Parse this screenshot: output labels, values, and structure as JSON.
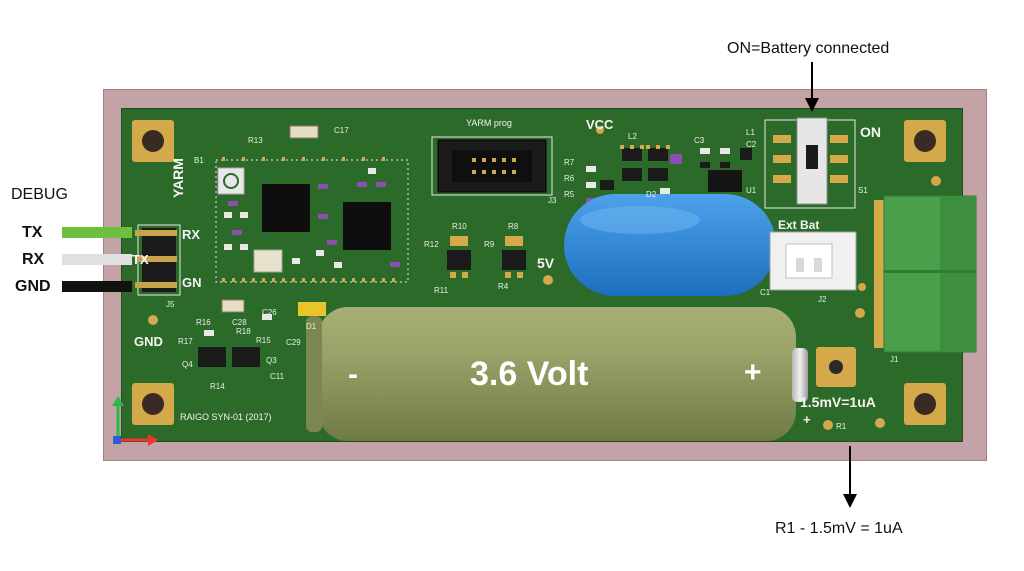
{
  "annotations": {
    "top_callout": "ON=Battery connected",
    "bottom_callout": "R1 - 1.5mV = 1uA",
    "debug_title": "DEBUG",
    "wires": [
      {
        "label": "TX",
        "color": "#6cbf3f"
      },
      {
        "label": "RX",
        "color": "#e0e0e0"
      },
      {
        "label": "GND",
        "color": "#111111"
      }
    ]
  },
  "board": {
    "colors": {
      "pcb": "#2c6a2a",
      "substrate": "#c0a0a2",
      "pad": "#d3a94a",
      "battery": "#8c965a",
      "capacitor": "#2a86d8",
      "terminal": "#4aa04a"
    },
    "silkscreen": {
      "yarm": "YARM",
      "yarm_prog": "YARM prog",
      "vcc": "VCC",
      "on": "ON",
      "ext_bat": "Ext Bat",
      "five_v": "5V",
      "gnd": "GND",
      "rx": "RX",
      "tx": "TX",
      "gn": "GN",
      "battery_label": "3.6 Volt",
      "battery_minus": "-",
      "battery_plus": "+",
      "plus_small": "+",
      "r1_note": "1.5mV=1uA",
      "credit": "RAIGO SYN-01 (2017)"
    },
    "refs": {
      "b1": "B1",
      "r13": "R13",
      "c17": "C17",
      "j3": "J3",
      "j5": "J5",
      "j2": "J2",
      "j1": "J1",
      "s1": "S1",
      "r7": "R7",
      "r6": "R6",
      "r5": "R5",
      "l1": "L1",
      "l2": "L2",
      "c3": "C3",
      "c2": "C2",
      "u1": "U1",
      "r10": "R10",
      "r12": "R12",
      "r11": "R11",
      "r8": "R8",
      "r9": "R9",
      "r4": "R4",
      "r16": "R16",
      "r17": "R17",
      "r15": "R15",
      "r18": "R18",
      "r14": "R14",
      "q3": "Q3",
      "q4": "Q4",
      "c28": "C28",
      "c26": "C26",
      "c29": "C29",
      "c11": "C11",
      "c1": "C1",
      "r1": "R1",
      "d1": "D1",
      "d2": "D2"
    }
  }
}
